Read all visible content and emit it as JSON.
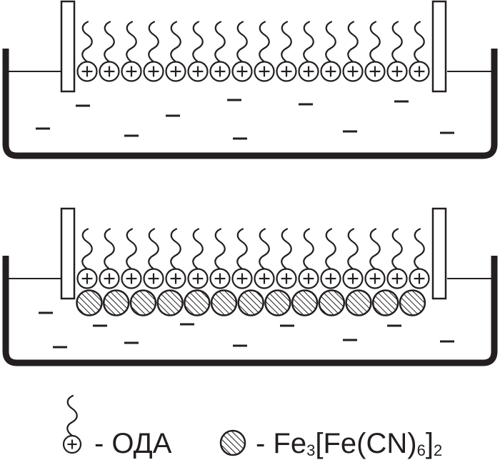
{
  "diagram": {
    "colors": {
      "stroke": "#231f20",
      "fill": "#ffffff"
    },
    "panels": [
      {
        "id": "trough-top",
        "has_complex_layer": false
      },
      {
        "id": "trough-bottom",
        "has_complex_layer": true
      }
    ],
    "oda_count": 16,
    "complex_count": 13,
    "charge_symbols": {
      "cation": "+",
      "anion": "−"
    }
  },
  "legend": {
    "oda_label": "- ОДА",
    "complex_label_prefix": "- Fe",
    "complex_sub_1": "3",
    "complex_label_mid": "[Fe(CN)",
    "complex_sub_2": "6",
    "complex_label_end": "]",
    "complex_sub_3": "2"
  }
}
